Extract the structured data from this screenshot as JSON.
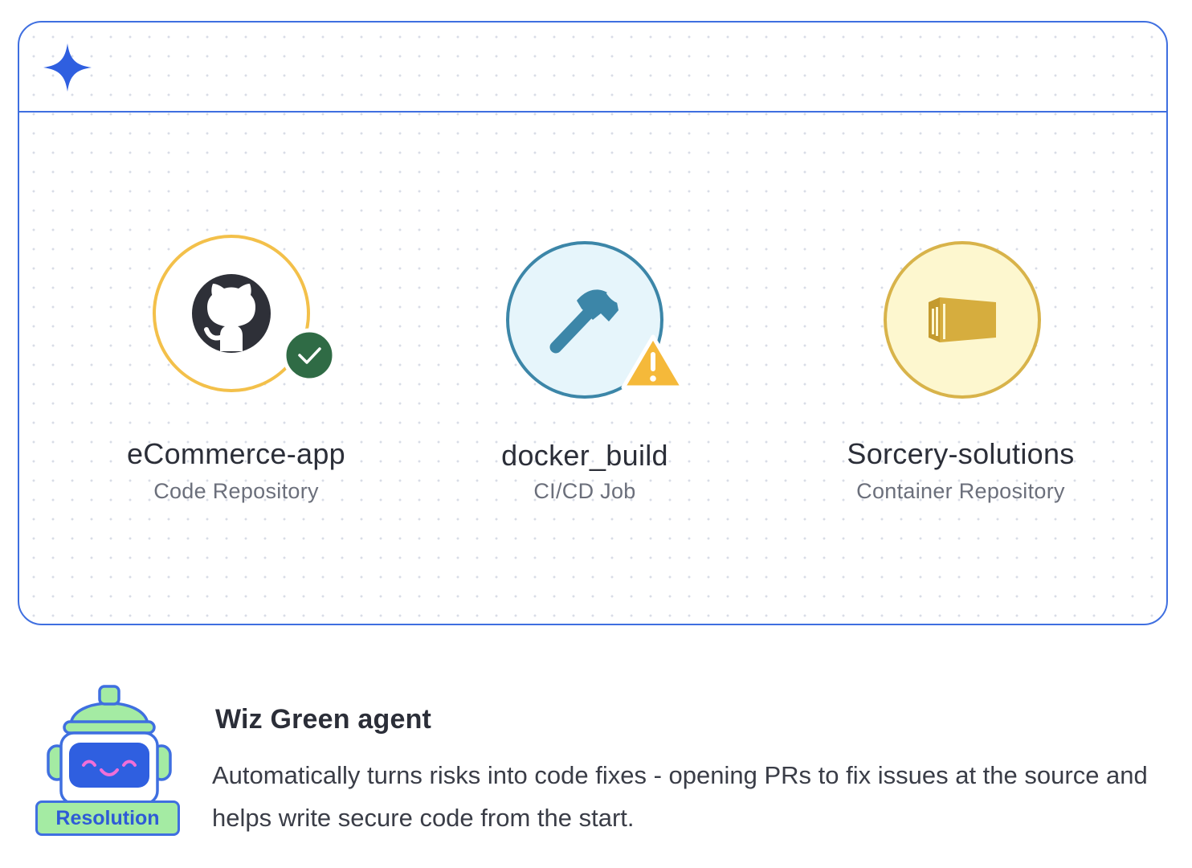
{
  "nodes": [
    {
      "name": "eCommerce-app",
      "type": "Code Repository",
      "icon": "github-icon",
      "status": "check",
      "ring_color": "#f3c04a",
      "fill_color": "#ffffff"
    },
    {
      "name": "docker_build",
      "type": "CI/CD Job",
      "icon": "hammer-icon",
      "status": "warning",
      "ring_color": "#3c86a8",
      "fill_color": "#e6f5fb"
    },
    {
      "name": "Sorcery-solutions",
      "type": "Container Repository",
      "icon": "container-icon",
      "status": "none",
      "ring_color": "#d8b34a",
      "fill_color": "#fdf7cf"
    }
  ],
  "agent": {
    "title": "Wiz Green agent",
    "description": "Automatically turns risks into code fixes - opening PRs to fix issues at the source and helps write secure code from the start.",
    "badge": "Resolution"
  },
  "colors": {
    "accent": "#3f6fe0",
    "success": "#2f6b45",
    "warning": "#f5b93a"
  }
}
